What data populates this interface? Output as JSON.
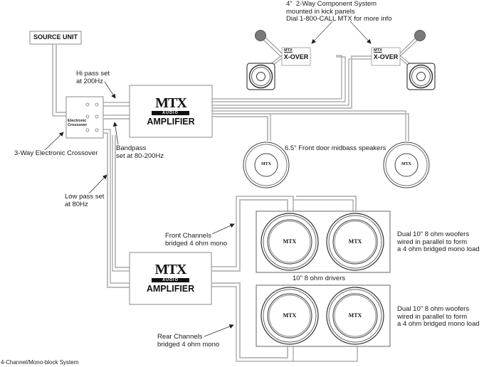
{
  "title": "4-Channel/Mono-block System",
  "colors": {
    "wire_dark": "#8a8a8a",
    "wire_light": "#bdbdbd",
    "tweeter_fill": "#777777",
    "text": "#1a1a1a"
  },
  "source_unit": {
    "label": "SOURCE UNIT"
  },
  "crossover": {
    "label_line1": "Electronic",
    "label_line2": "Crossover",
    "callout": "3-Way Electronic Crossover",
    "hi_pass": "Hi pass set\nat 200Hz",
    "bandpass": "Bandpass\nset at 80-200Hz",
    "low_pass": "Low pass set\nat 80Hz"
  },
  "amplifiers": [
    {
      "brand": "MTX",
      "sub": "AUDIO",
      "label": "AMPLIFIER"
    },
    {
      "brand": "MTX",
      "sub": "AUDIO",
      "label": "AMPLIFIER"
    }
  ],
  "component_system": {
    "note": "4\"  2-Way Component System\nmounted in kick panels\nDial 1-800-CALL MTX for more info",
    "xover_left": {
      "brand": "MTX",
      "label": "X-OVER"
    },
    "xover_right": {
      "brand": "MTX",
      "label": "X-OVER"
    }
  },
  "midbass": {
    "label": "6.5\" Front door midbass speakers",
    "badge": "MTX"
  },
  "subwoofers": {
    "drivers_label": "10\" 8 ohm drivers",
    "front_callout": "Front Channels\nbridged 4 ohm mono",
    "rear_callout": "Rear Channels\nbridged 4 ohm mono",
    "front_note": "Dual 10\" 8 ohm woofers\nwired in parallel to form\na 4 ohm bridged mono load",
    "rear_note": "Dual 10\" 8 ohm woofers\nwired in parallel to form\na 4 ohm bridged mono load",
    "badge": "MTX"
  }
}
